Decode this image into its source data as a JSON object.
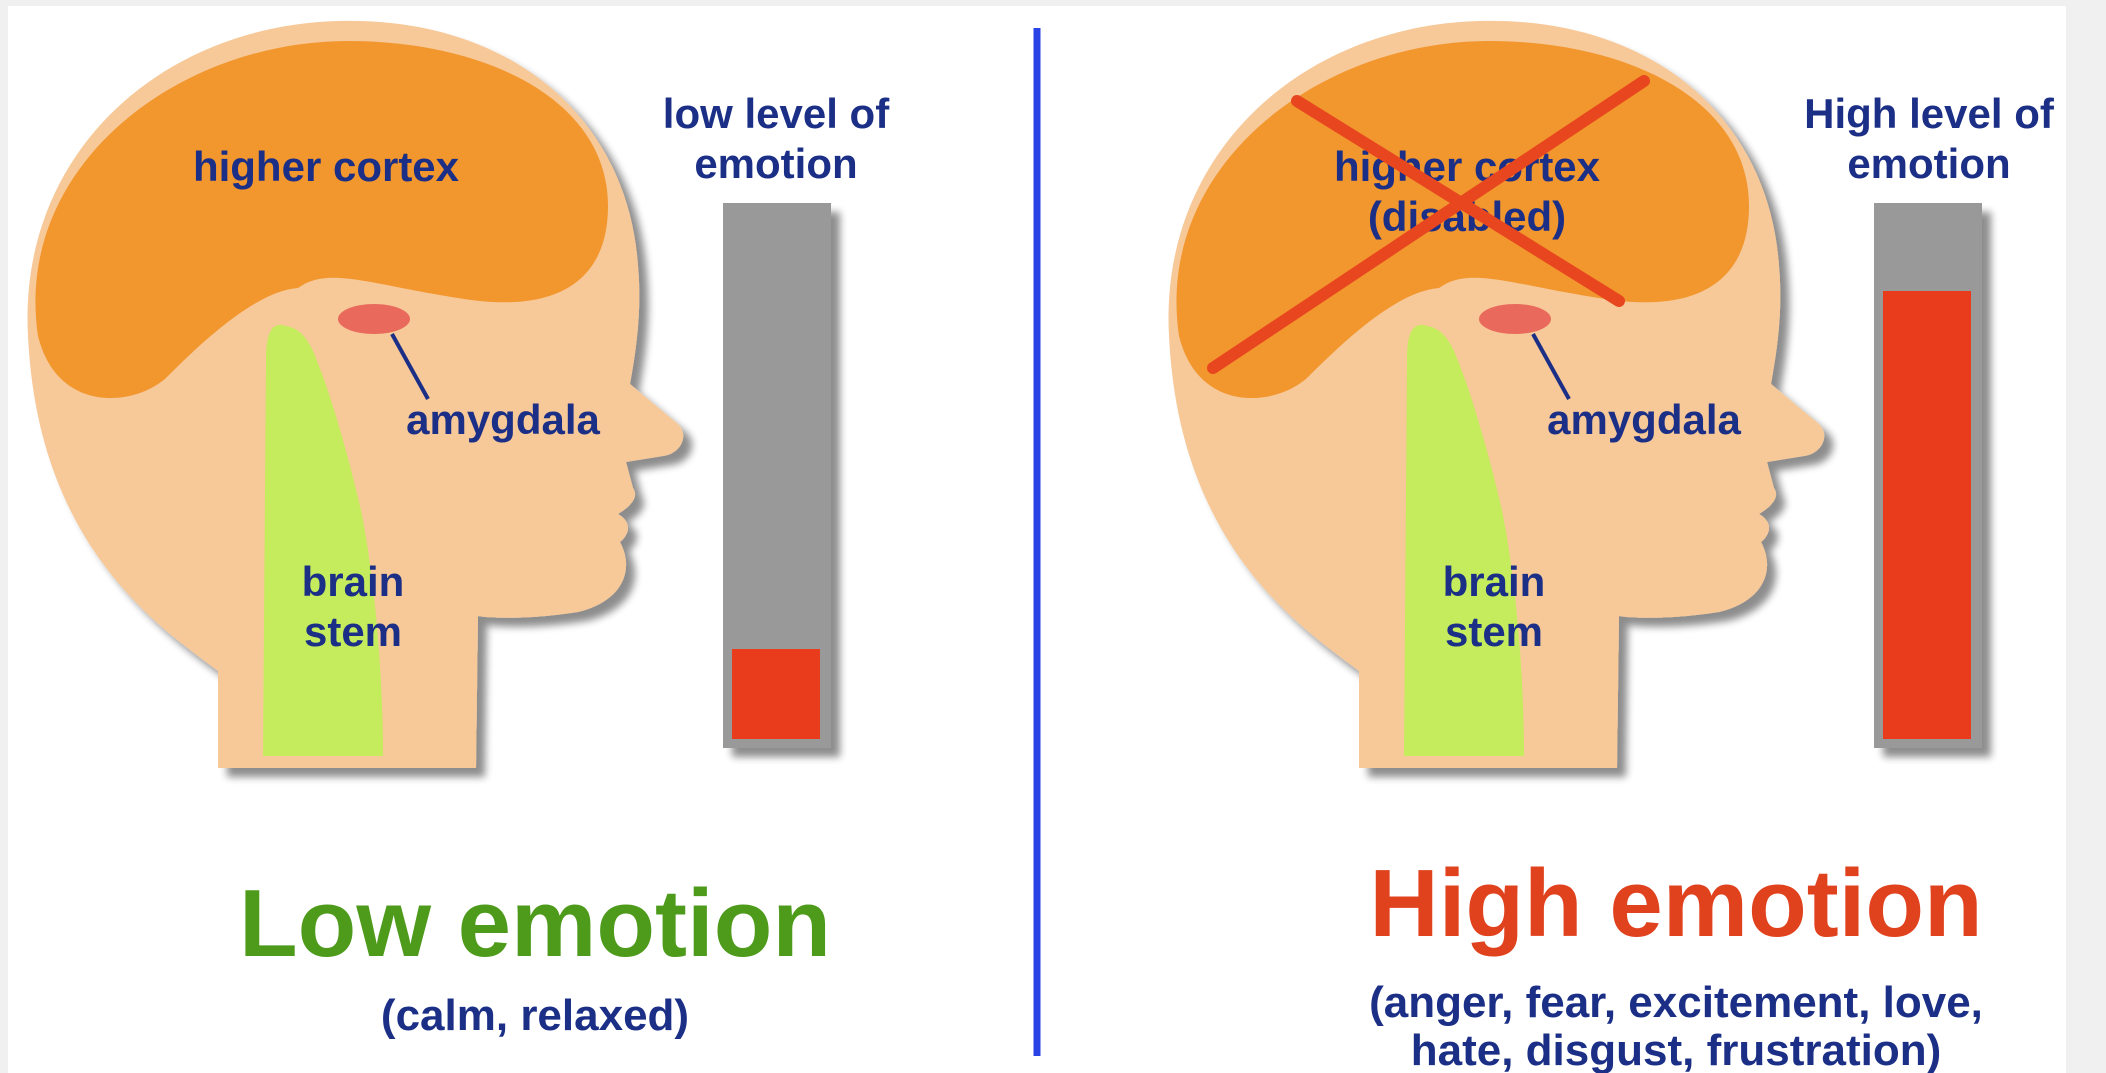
{
  "colors": {
    "skin": "#f7c898",
    "cortex": "#f2962e",
    "brain_stem": "#c5ec5c",
    "amygdala": "#e96a5c",
    "label_navy": "#1b2f86",
    "bar_empty": "#999999",
    "bar_fill": "#e83c1c",
    "cross": "#e8461e",
    "divider": "#2a43e6",
    "low_title": "#4e9b1c",
    "high_title": "#e1421e"
  },
  "left_panel": {
    "cortex_label": "higher cortex",
    "amygdala_label": "amygdala",
    "brain_stem_line1": "brain",
    "brain_stem_line2": "stem",
    "meter_line1": "low level of",
    "meter_line2": "emotion",
    "meter_fill": 0.17,
    "title": "Low emotion",
    "subtitle": "(calm, relaxed)"
  },
  "right_panel": {
    "cortex_label_line1": "higher cortex",
    "cortex_label_line2": "(disabled)",
    "amygdala_label": "amygdala",
    "brain_stem_line1": "brain",
    "brain_stem_line2": "stem",
    "meter_line1": "High level of",
    "meter_line2": "emotion",
    "meter_fill": 0.85,
    "title": "High emotion",
    "subtitle_line1": "(anger, fear, excitement, love,",
    "subtitle_line2": "hate, disgust, frustration)"
  }
}
